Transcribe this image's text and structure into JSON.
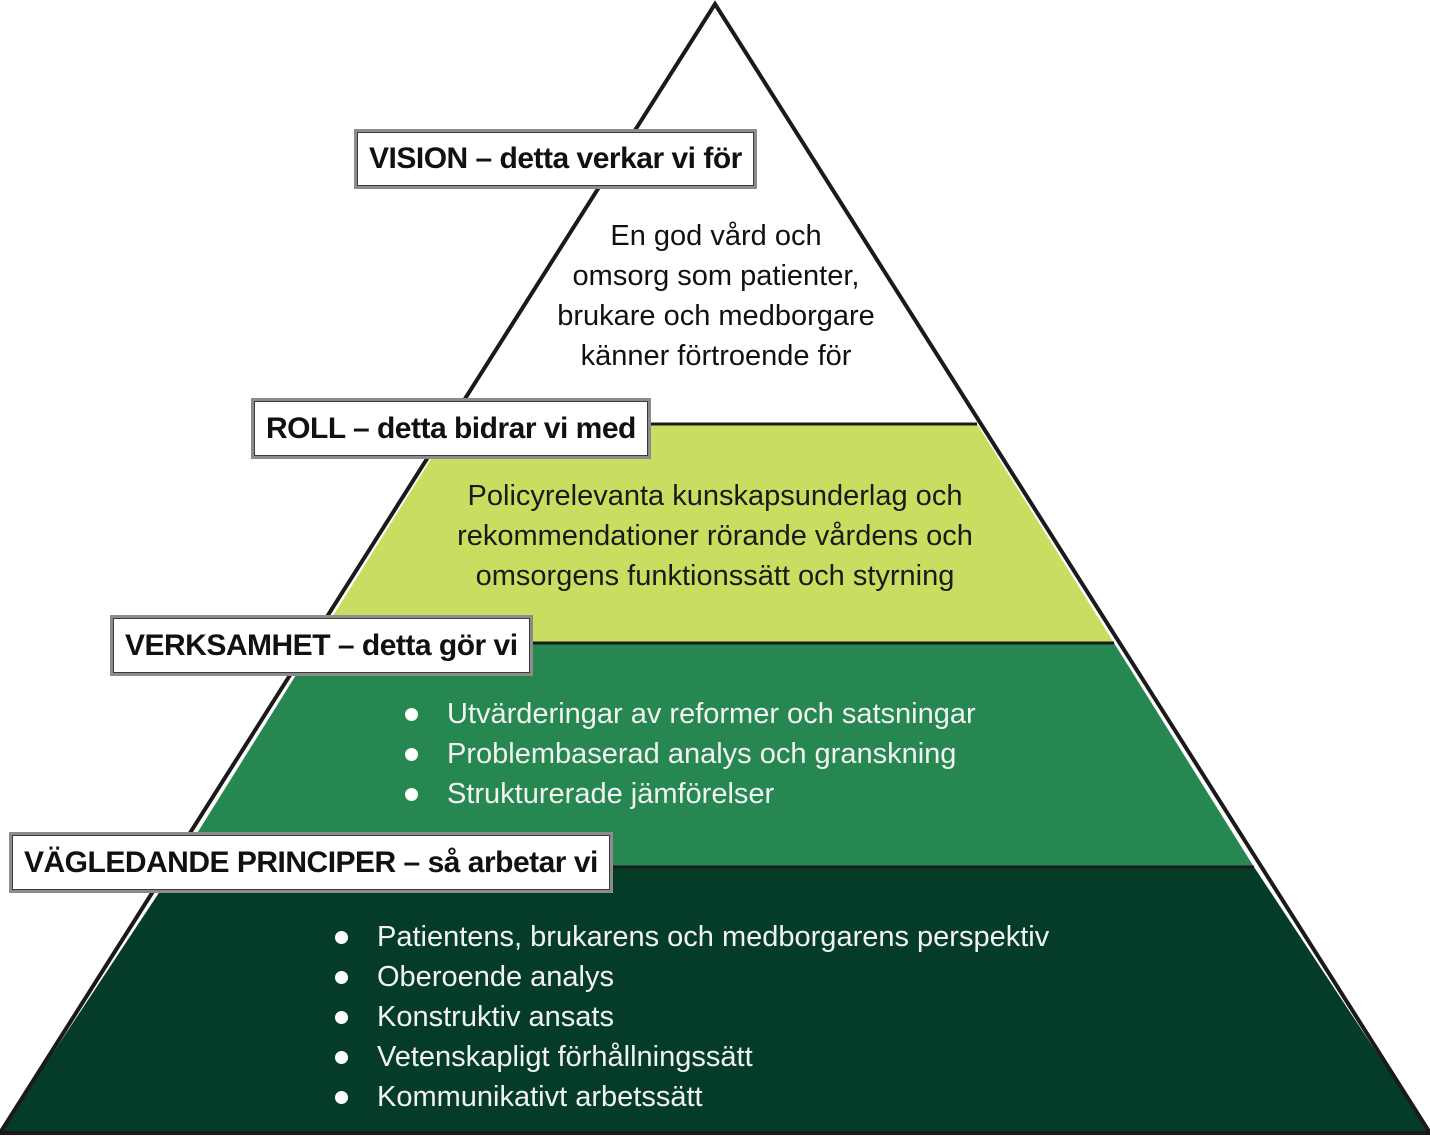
{
  "colors": {
    "vision": "#ffffff",
    "roll": "#cbdd60",
    "verksamhet": "#268850",
    "principer": "#053c27",
    "outline": "#1a1a1a"
  },
  "tiers": {
    "vision": {
      "label": "VISION – detta verkar vi för",
      "lines": [
        "En god vård och",
        "omsorg som patienter,",
        "brukare och medborgare",
        "känner förtroende för"
      ]
    },
    "roll": {
      "label": "ROLL – detta bidrar vi med",
      "lines": [
        "Policyrelevanta kunskapsunderlag och",
        "rekommendationer rörande vårdens och",
        "omsorgens funktionssätt och styrning"
      ]
    },
    "verksamhet": {
      "label": "VERKSAMHET – detta gör vi",
      "items": [
        "Utvärderingar av reformer och satsningar",
        "Problembaserad analys och granskning",
        "Strukturerade jämförelser"
      ]
    },
    "principer": {
      "label": "VÄGLEDANDE PRINCIPER – så arbetar vi",
      "items": [
        "Patientens, brukarens och medborgarens perspektiv",
        "Oberoende analys",
        "Konstruktiv ansats",
        "Vetenskapligt förhållningssätt",
        "Kommunikativt arbetssätt"
      ]
    }
  }
}
